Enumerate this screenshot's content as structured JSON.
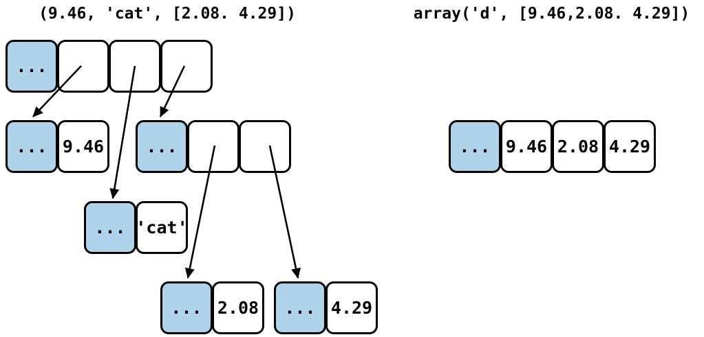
{
  "titles": {
    "tuple_expr": "(9.46, 'cat', [2.08. 4.29])",
    "array_expr": "array('d', [9.46,2.08. 4.29])"
  },
  "colors": {
    "ref-fill": "#AED3EA",
    "cell-fill": "#FFFFFF",
    "stroke": "#000000"
  },
  "tuple": {
    "header": {
      "cells": [
        "...",
        "",
        "",
        ""
      ]
    },
    "float_9_46": {
      "cells": [
        "...",
        "9.46"
      ]
    },
    "list_header": {
      "cells": [
        "...",
        "",
        ""
      ]
    },
    "str_cat": {
      "cells": [
        "...",
        "'cat'"
      ]
    },
    "float_2_08": {
      "cells": [
        "...",
        "2.08"
      ]
    },
    "float_4_29": {
      "cells": [
        "...",
        "4.29"
      ]
    }
  },
  "array": {
    "row": {
      "cells": [
        "...",
        "9.46",
        "2.08",
        "4.29"
      ]
    }
  }
}
